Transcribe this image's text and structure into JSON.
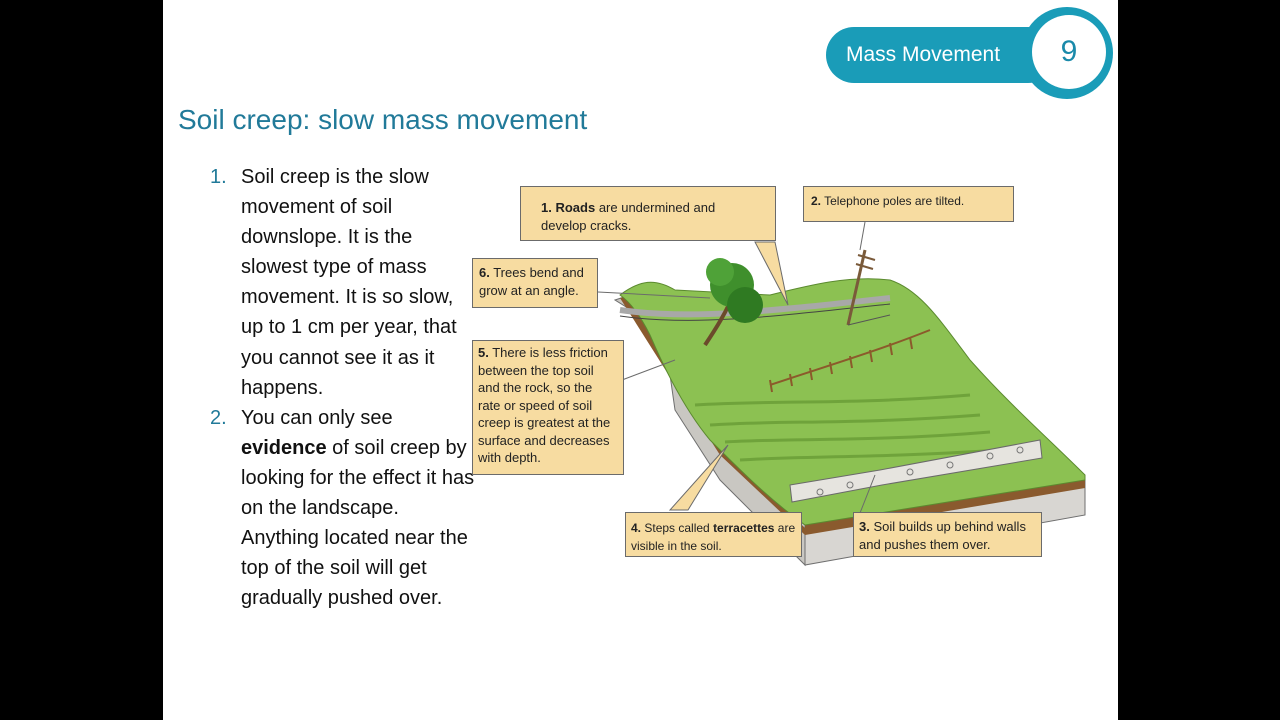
{
  "badge": {
    "label": "Mass Movement",
    "number": "9"
  },
  "title": "Soil creep: slow mass movement",
  "list": [
    {
      "num": "1.",
      "text": "Soil creep is the slow movement of soil downslope. It is the slowest type of mass movement. It is so slow, up to 1 cm per year, that you cannot see it as it happens."
    },
    {
      "num": "2.",
      "pre": "You can only see ",
      "bold": "evidence",
      "post": " of soil creep by looking for the effect it has on the landscape. Anything located near the top of the soil will get gradually pushed over."
    }
  ],
  "callouts": {
    "c1": {
      "num": "1.",
      "bold": "Roads",
      "text": " are undermined and develop cracks."
    },
    "c2": {
      "num": "2.",
      "text": " Telephone poles are tilted."
    },
    "c3": {
      "num": "3.",
      "text": " Soil builds up behind walls and pushes them over."
    },
    "c4": {
      "num": "4.",
      "text": " Steps called ",
      "bold": "terracettes",
      "text2": " are visible in the soil."
    },
    "c5": {
      "num": "5.",
      "text": " There is less friction between the top soil and the rock, so the rate or speed of soil creep is greatest at the surface and decreases with depth."
    },
    "c6": {
      "num": "6.",
      "text": " Trees bend and grow at an angle."
    }
  },
  "colors": {
    "accent": "#1a9cb8",
    "title": "#217a99",
    "callout_fill": "#f7dca1",
    "grass": "#8cc152"
  }
}
